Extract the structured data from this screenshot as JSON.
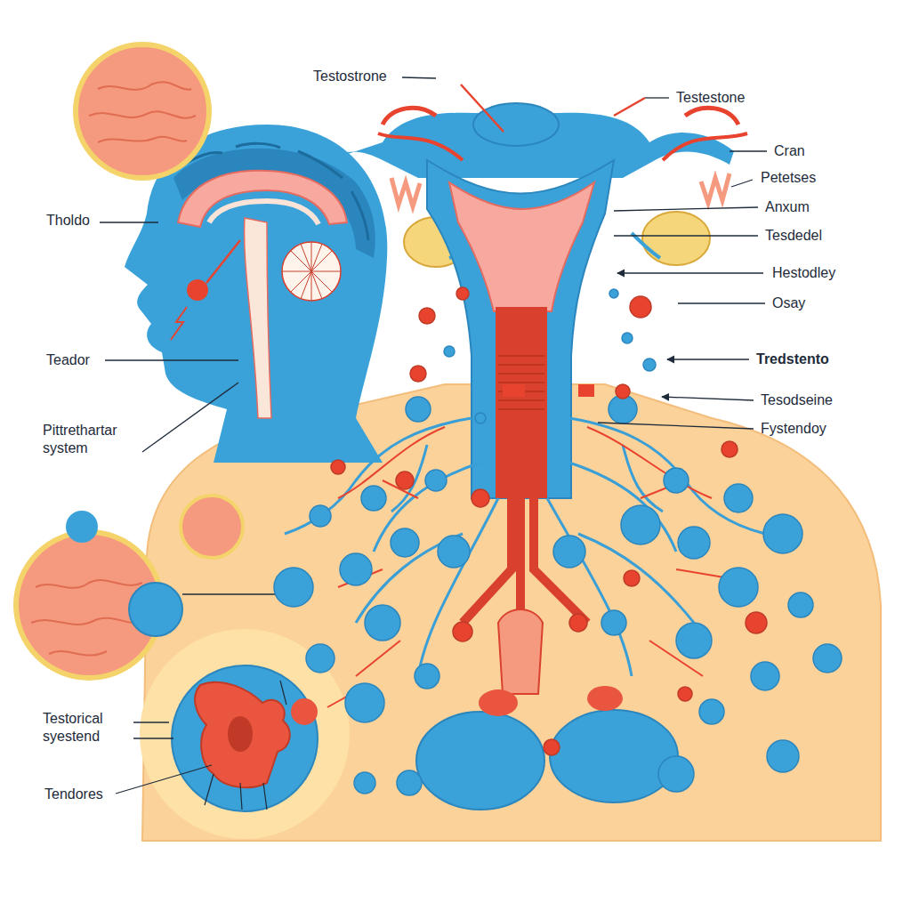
{
  "diagram": {
    "labels": [
      "Testostrone",
      "Testestone",
      "Cran",
      "Petetses",
      "Anxum",
      "Tesdedel",
      "Hestodley",
      "Osay",
      "Tredstento",
      "Tesodseine",
      "Fystendoy",
      "Tholdo",
      "Teador",
      "Pittrethartar system",
      "Testorical syestend",
      "Tendores"
    ]
  }
}
